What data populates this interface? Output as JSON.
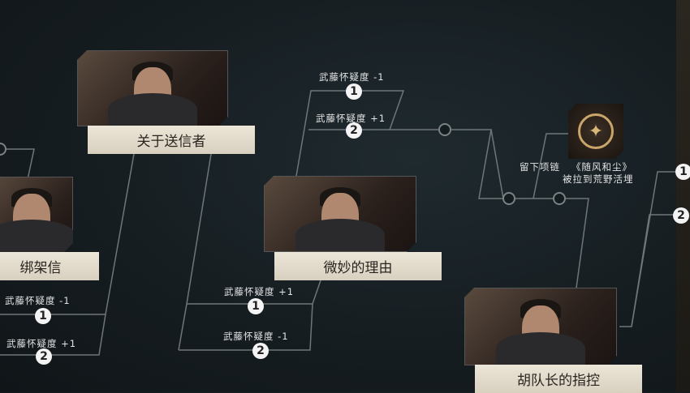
{
  "nodes": [
    {
      "title": "关于送信者"
    },
    {
      "title": "绑架信"
    },
    {
      "title": "微妙的理由"
    },
    {
      "title": "胡队长的指控"
    }
  ],
  "options": {
    "a1": "武藤怀疑度 -1",
    "a2": "武藤怀疑度 +1",
    "b1": "武藤怀疑度 -1",
    "b2": "武藤怀疑度 +1",
    "c1": "武藤怀疑度 +1",
    "c2": "武藤怀疑度 -1"
  },
  "badges": {
    "one": "1",
    "two": "2"
  },
  "ending": {
    "icon": "moth-emblem-icon",
    "left_label": "留下项链",
    "title": "《随风和尘》",
    "subtitle": "被拉到荒野活埋"
  }
}
